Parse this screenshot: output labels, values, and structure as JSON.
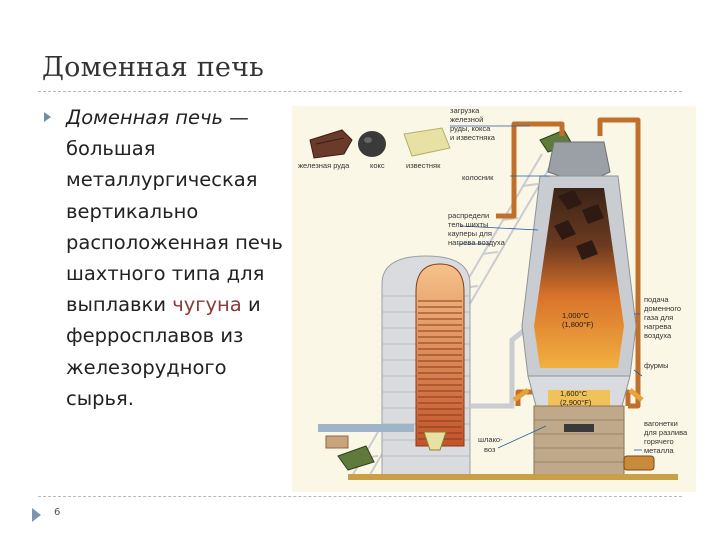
{
  "slide": {
    "title": "Доменная печь",
    "page_number": "6"
  },
  "bullet": {
    "term": "Доменная печь",
    "dash": " — ",
    "text_before_link": "большая металлургическая вертикально расположенная печь шахтного типа для выплавки ",
    "link": "чугуна",
    "text_after_link": " и ферросплавов из железорудного сырья."
  },
  "diagram": {
    "labels": {
      "iron_ore": "железная руда",
      "coke": "кокс",
      "limestone": "известняк",
      "loading_1": "загрузка",
      "loading_2": "железной",
      "loading_3": "руды, кокса",
      "loading_4": "и известняка",
      "grate": "колосник",
      "distributor_1": "распредели",
      "distributor_2": "тель шихты",
      "cowpers_1": "кауперы для",
      "cowpers_2": "нагрева воздуха",
      "gas_1": "подача",
      "gas_2": "доменного",
      "gas_3": "газа для",
      "gas_4": "нагрева",
      "gas_5": "воздуха",
      "tuyeres": "фурмы",
      "temp1_c": "1,000°C",
      "temp1_f": "(1,800°F)",
      "temp2_c": "1,600°C",
      "temp2_f": "(2,900°F)",
      "slag_1": "шлако-",
      "slag_2": "воз",
      "wagons_1": "вагонетки",
      "wagons_2": "для разлива",
      "wagons_3": "горячего",
      "wagons_4": "металла"
    },
    "colors": {
      "background": "#fbf7e6",
      "pipe": "#c0702a",
      "hot": "#e8902a",
      "shell": "#d9dbde",
      "leader": "#1f5ea8"
    }
  }
}
